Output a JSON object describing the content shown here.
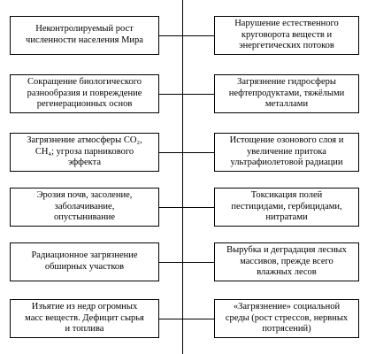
{
  "diagram": {
    "left": [
      {
        "lines": [
          "Неконтролируемый рост",
          "численности населения Мира"
        ]
      },
      {
        "lines": [
          "Сокращение биологического",
          "разнообразия и повреждение",
          "регенерационных основ"
        ]
      },
      {
        "lines": [
          "Загрязнение атмосферы CO₂,",
          "CH₄; угроза парникового",
          "эффекта"
        ]
      },
      {
        "lines": [
          "Эрозия почв, засоление,",
          "заболачивание,",
          "опустынивание"
        ]
      },
      {
        "lines": [
          "Радиационное загрязнение",
          "обширных участков"
        ]
      },
      {
        "lines": [
          "Изъятие из недр огромных",
          "масс веществ. Дефицит сырья",
          "и топлива"
        ]
      }
    ],
    "right": [
      {
        "lines": [
          "Нарушение естественного",
          "круговорота веществ и",
          "энергетических потоков"
        ]
      },
      {
        "lines": [
          "Загрязнение гидросферы",
          "нефтепродуктами, тяжёлыми",
          "металлами"
        ]
      },
      {
        "lines": [
          "Истощение озонового слоя и",
          "увеличение притока",
          "ультрафиолетовой радиации"
        ]
      },
      {
        "lines": [
          "Токсикация полей",
          "пестицидами, гербицидами,",
          "нитратами"
        ]
      },
      {
        "lines": [
          "Вырубка и деградация лесных",
          "массивов, прежде всего",
          "влажных лесов"
        ]
      },
      {
        "lines": [
          "«Загрязнение» социальной",
          "среды (рост стрессов, нервных",
          "потрясений)"
        ]
      }
    ]
  }
}
